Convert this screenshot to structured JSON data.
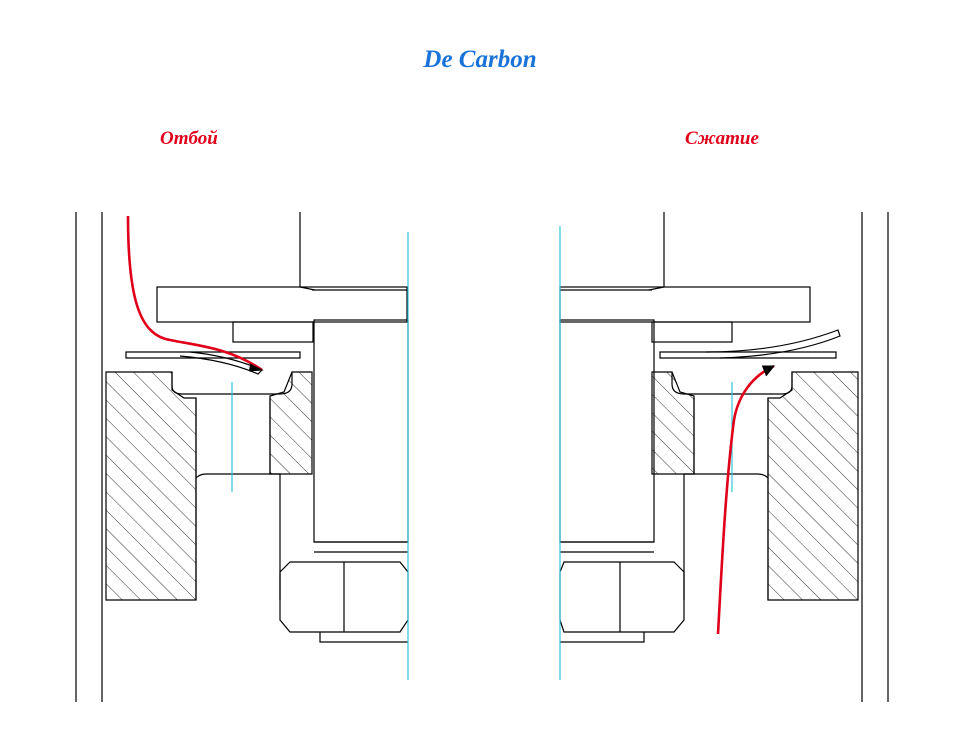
{
  "title": "De Carbon",
  "labels": {
    "rebound": "Отбой",
    "compression": "Сжатие"
  },
  "colors": {
    "title": "#1a73d9",
    "label": "#e0001a",
    "flow_arrow": "#e0001a",
    "line": "#000000",
    "centerline": "#33c6d9",
    "hatch": "#000000"
  }
}
